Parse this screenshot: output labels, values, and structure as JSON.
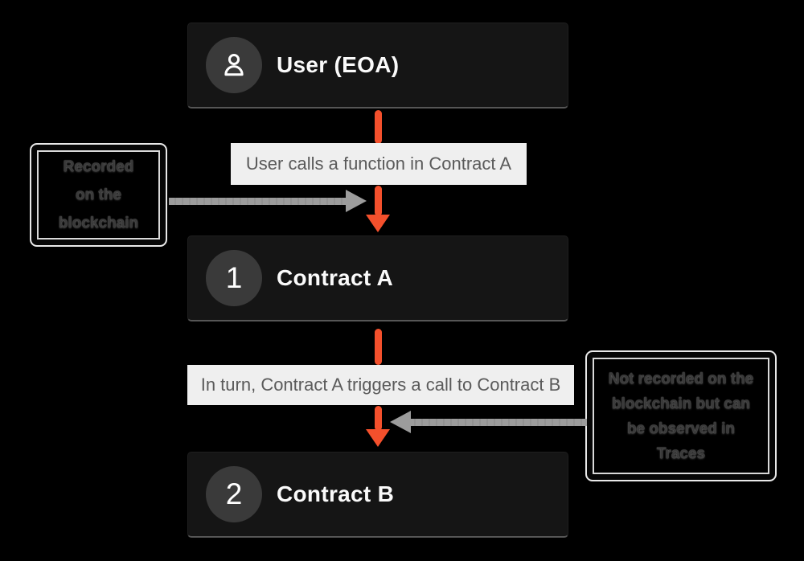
{
  "diagram": {
    "nodes": {
      "user": {
        "label": "User (EOA)",
        "icon": "user-icon"
      },
      "contract_a": {
        "badge": "1",
        "label": "Contract A"
      },
      "contract_b": {
        "badge": "2",
        "label": "Contract B"
      }
    },
    "edge_labels": {
      "user_to_a": "User calls a function in Contract A",
      "a_to_b": "In turn, Contract A triggers a call to Contract B"
    },
    "annotations": {
      "left": {
        "lines": [
          "Recorded",
          "on the",
          "blockchain"
        ]
      },
      "right": {
        "lines": [
          "Not recorded on the",
          "blockchain but can",
          "be observed in",
          "Traces"
        ]
      }
    },
    "colors": {
      "background": "#000000",
      "node_fill": "#151515",
      "badge_fill": "#3a3a3a",
      "node_text": "#fafafa",
      "arrow_accent": "#f4502c",
      "arrow_gray": "#9c9c9c",
      "edge_label_fill": "#efefef",
      "edge_label_text": "#5a5a5a",
      "note_border": "#e9e9e9",
      "note_text": "#3a3a3a"
    }
  }
}
